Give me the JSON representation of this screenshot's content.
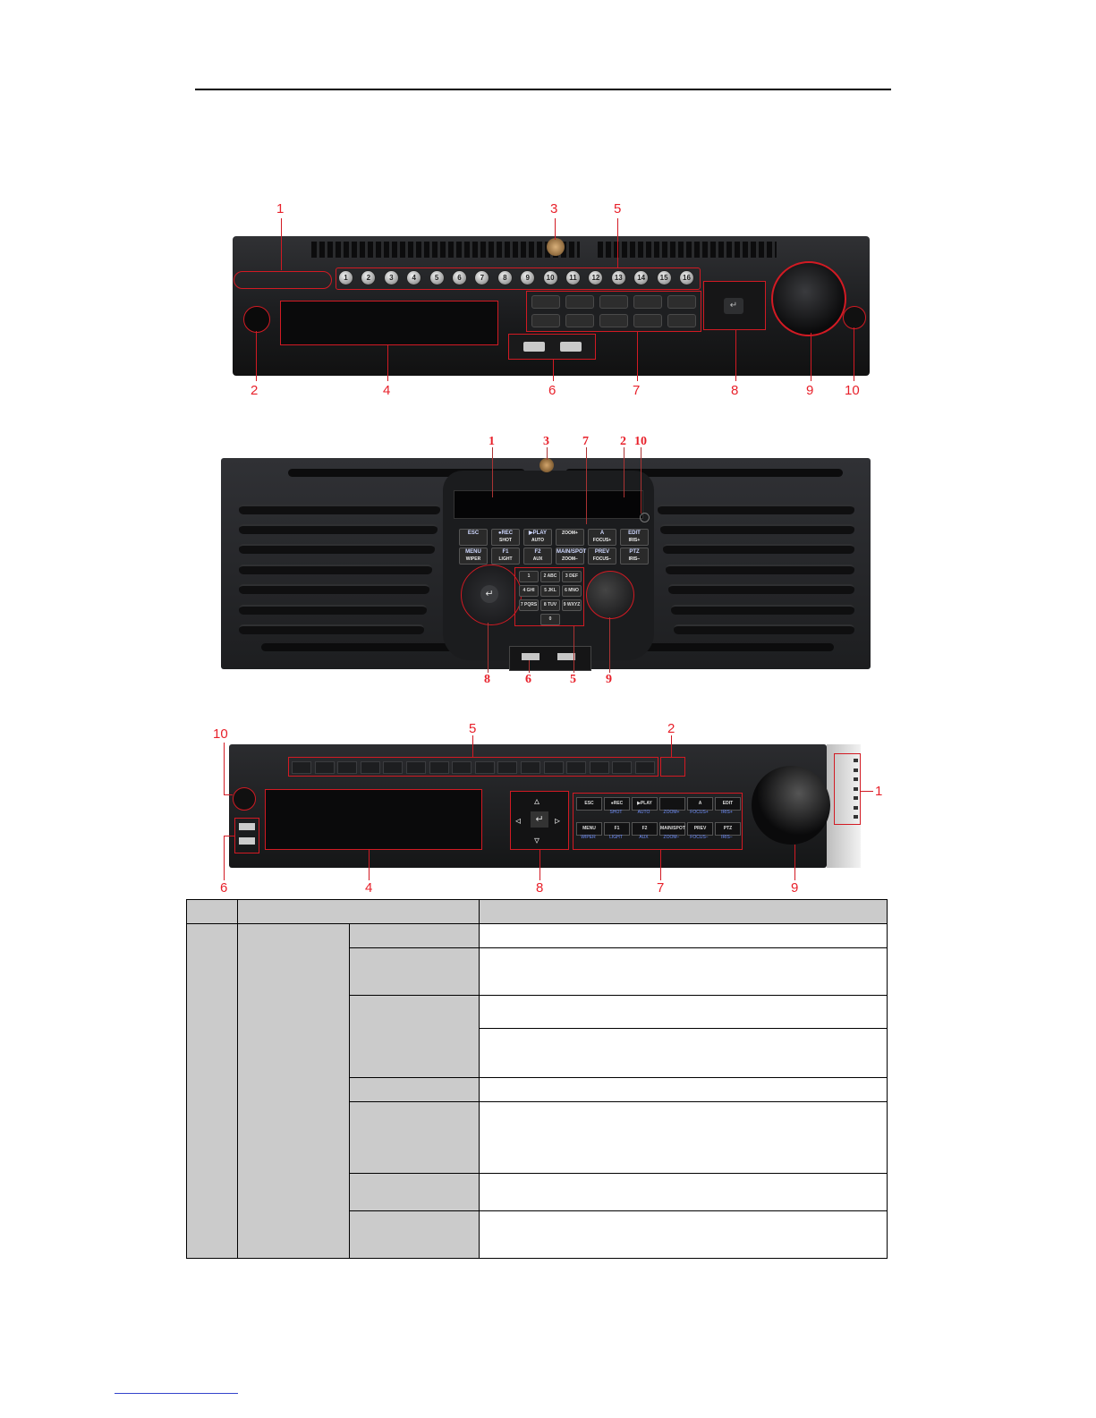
{
  "figures": {
    "figure1": {
      "callouts_top": [
        "1",
        "3",
        "5"
      ],
      "callouts_bottom": [
        "2",
        "4",
        "6",
        "7",
        "8",
        "9",
        "10"
      ],
      "channel_buttons": [
        "1",
        "2",
        "3",
        "4",
        "5",
        "6",
        "7",
        "8",
        "9",
        "10",
        "11",
        "12",
        "13",
        "14",
        "15",
        "16"
      ]
    },
    "figure2": {
      "callouts_top": [
        "1",
        "3",
        "7",
        "2",
        "10"
      ],
      "callouts_bottom": [
        "8",
        "6",
        "5",
        "9"
      ],
      "keys_row1": [
        [
          "ESC",
          ""
        ],
        [
          "●REC",
          "SHOT"
        ],
        [
          "▶PLAY",
          "AUTO"
        ],
        [
          "",
          "ZOOM+"
        ],
        [
          "A",
          "FOCUS+"
        ],
        [
          "EDIT",
          "IRIS+"
        ]
      ],
      "keys_row2": [
        [
          "MENU",
          "WIPER"
        ],
        [
          "F1",
          "LIGHT"
        ],
        [
          "F2",
          "AUX"
        ],
        [
          "MAIN/SPOT",
          "ZOOM−"
        ],
        [
          "PREV",
          "FOCUS−"
        ],
        [
          "PTZ",
          "IRIS−"
        ]
      ],
      "numpad": [
        "1",
        "2 ABC",
        "3 DEF",
        "4 GHI",
        "5 JKL",
        "6 MNO",
        "7 PQRS",
        "8 TUV",
        "9 WXYZ",
        "0"
      ]
    },
    "figure3": {
      "callouts": [
        "10",
        "5",
        "2",
        "1",
        "6",
        "4",
        "8",
        "7",
        "9"
      ],
      "keys_row1": [
        "ESC",
        "●REC",
        "▶PLAY",
        "",
        "A",
        "EDIT"
      ],
      "keys_row1_sub": [
        "",
        "SHOT",
        "AUTO",
        "ZOOM+",
        "FOCUS+",
        "IRIS+"
      ],
      "keys_row2": [
        "MENU",
        "F1",
        "F2",
        "MAIN/SPOT",
        "PREV",
        "PTZ"
      ],
      "keys_row2_sub": [
        "WIPER",
        "LIGHT",
        "AUX",
        "ZOOM−",
        "FOCUS−",
        "IRIS−"
      ]
    }
  },
  "table": {
    "rows": 9
  }
}
